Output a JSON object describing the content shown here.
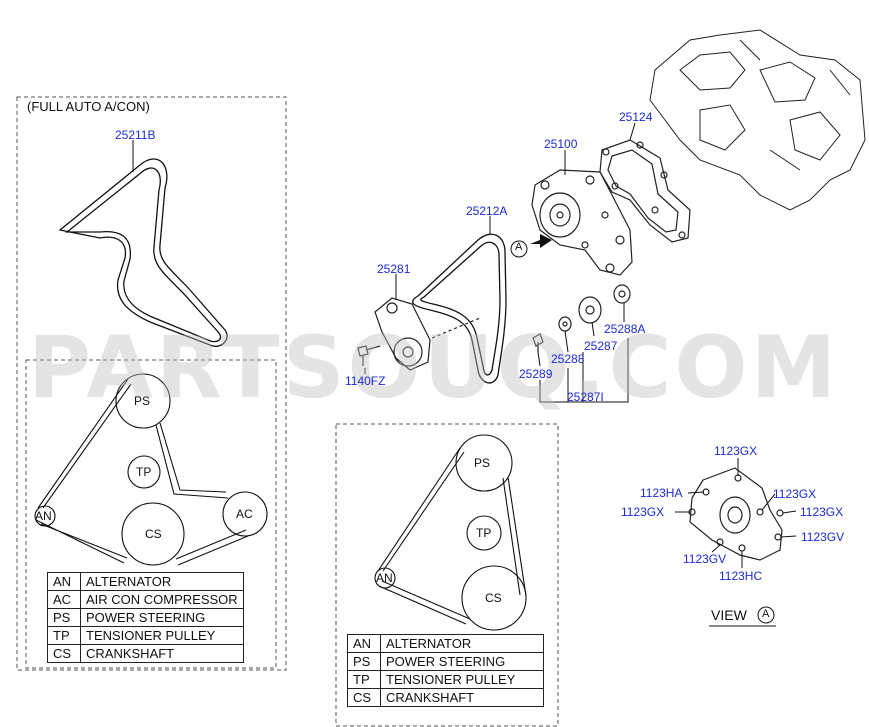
{
  "left_panel": {
    "title": "(FULL AUTO A/CON)",
    "belt_part": "25211B"
  },
  "parts": {
    "belt": "25212A",
    "tensioner": "25281",
    "bolt": "1140FZ",
    "water_pump": "25100",
    "gasket": "25124",
    "p25288A": "25288A",
    "p25287": "25287",
    "p25288": "25288",
    "p25289": "25289",
    "p25287I": "25287I"
  },
  "view_labels": {
    "gx1": "1123GX",
    "ha": "1123HA",
    "gx2": "1123GX",
    "gx3": "1123GX",
    "gx4": "1123GX",
    "gv1": "1123GV",
    "gv2": "1123GV",
    "hc": "1123HC"
  },
  "view_title": "VIEW",
  "view_marker": "A",
  "arrow_marker": "A",
  "pulleys": {
    "ps": "PS",
    "tp": "TP",
    "an": "AN",
    "ac": "AC",
    "cs": "CS"
  },
  "legend_left": [
    {
      "code": "AN",
      "name": "ALTERNATOR"
    },
    {
      "code": "AC",
      "name": "AIR CON COMPRESSOR"
    },
    {
      "code": "PS",
      "name": "POWER STEERING"
    },
    {
      "code": "TP",
      "name": "TENSIONER PULLEY"
    },
    {
      "code": "CS",
      "name": "CRANKSHAFT"
    }
  ],
  "legend_right": [
    {
      "code": "AN",
      "name": "ALTERNATOR"
    },
    {
      "code": "PS",
      "name": "POWER STEERING"
    },
    {
      "code": "TP",
      "name": "TENSIONER PULLEY"
    },
    {
      "code": "CS",
      "name": "CRANKSHAFT"
    }
  ],
  "watermark": "PARTSOUQ.COM",
  "colors": {
    "label": "#1a2bd6",
    "line": "#111111",
    "watermark": "#bebebe"
  }
}
